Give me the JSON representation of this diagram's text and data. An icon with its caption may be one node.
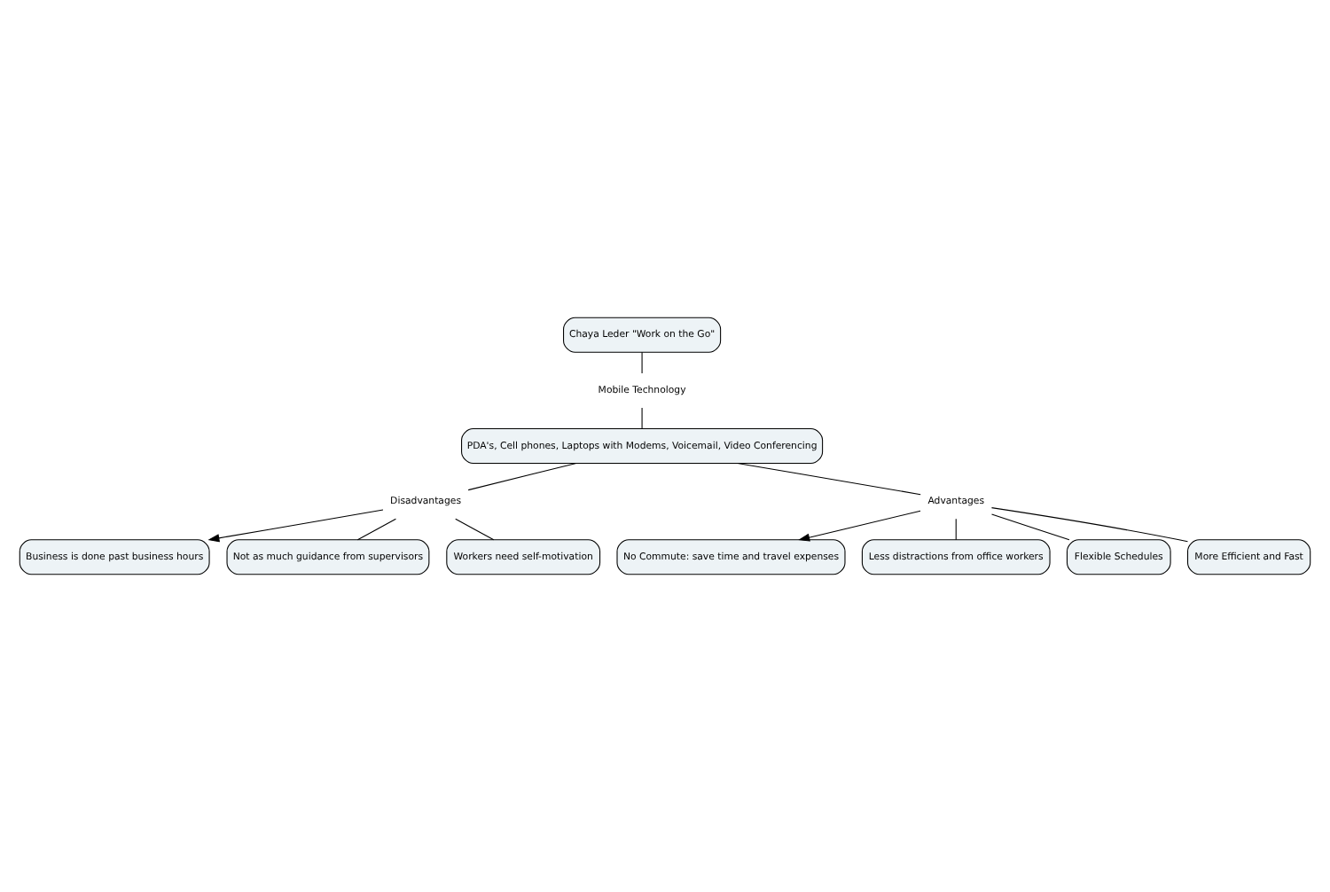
{
  "diagram": {
    "nodes": [
      {
        "text": [
          "Chaya Leder \"Work on the Go\""
        ]
      },
      {
        "text": [
          "Mobile Technology"
        ]
      },
      {
        "text": [
          "PDA's, Cell phones, Laptops with Modems, Voicemail, Video Conferencing"
        ]
      },
      {
        "text": [
          "Disadvantages"
        ]
      },
      {
        "text": [
          "Advantages"
        ]
      },
      {
        "text": [
          "Business is done past business hours"
        ]
      },
      {
        "text": [
          "No Commute: save time and travel expenses"
        ]
      },
      {
        "text": [
          "Not as much guidance from supervisors"
        ]
      },
      {
        "text": [
          "Less distractions from office workers"
        ]
      },
      {
        "text": [
          "Workers need self-motivation"
        ]
      },
      {
        "text": [
          "Flexible Schedules"
        ]
      },
      {
        "text": [
          "More Efficient and Fast"
        ]
      }
    ],
    "edges": [
      {
        "from": 0,
        "to": 1,
        "arrow": "none"
      },
      {
        "from": 1,
        "to": 2,
        "arrow": "none"
      },
      {
        "from": 2,
        "to": 3,
        "arrow": "none"
      },
      {
        "from": 2,
        "to": 4,
        "arrow": "none"
      },
      {
        "from": 3,
        "to": 5,
        "arrow": "to"
      },
      {
        "from": 3,
        "to": 7,
        "arrow": "none"
      },
      {
        "from": 3,
        "to": 9,
        "arrow": "none"
      },
      {
        "from": 4,
        "to": 6,
        "arrow": "to"
      },
      {
        "from": 4,
        "to": 8,
        "arrow": "none"
      },
      {
        "from": 4,
        "to": 10,
        "arrow": "none"
      },
      {
        "from": 4,
        "to": 11,
        "arrow": "none"
      }
    ]
  }
}
